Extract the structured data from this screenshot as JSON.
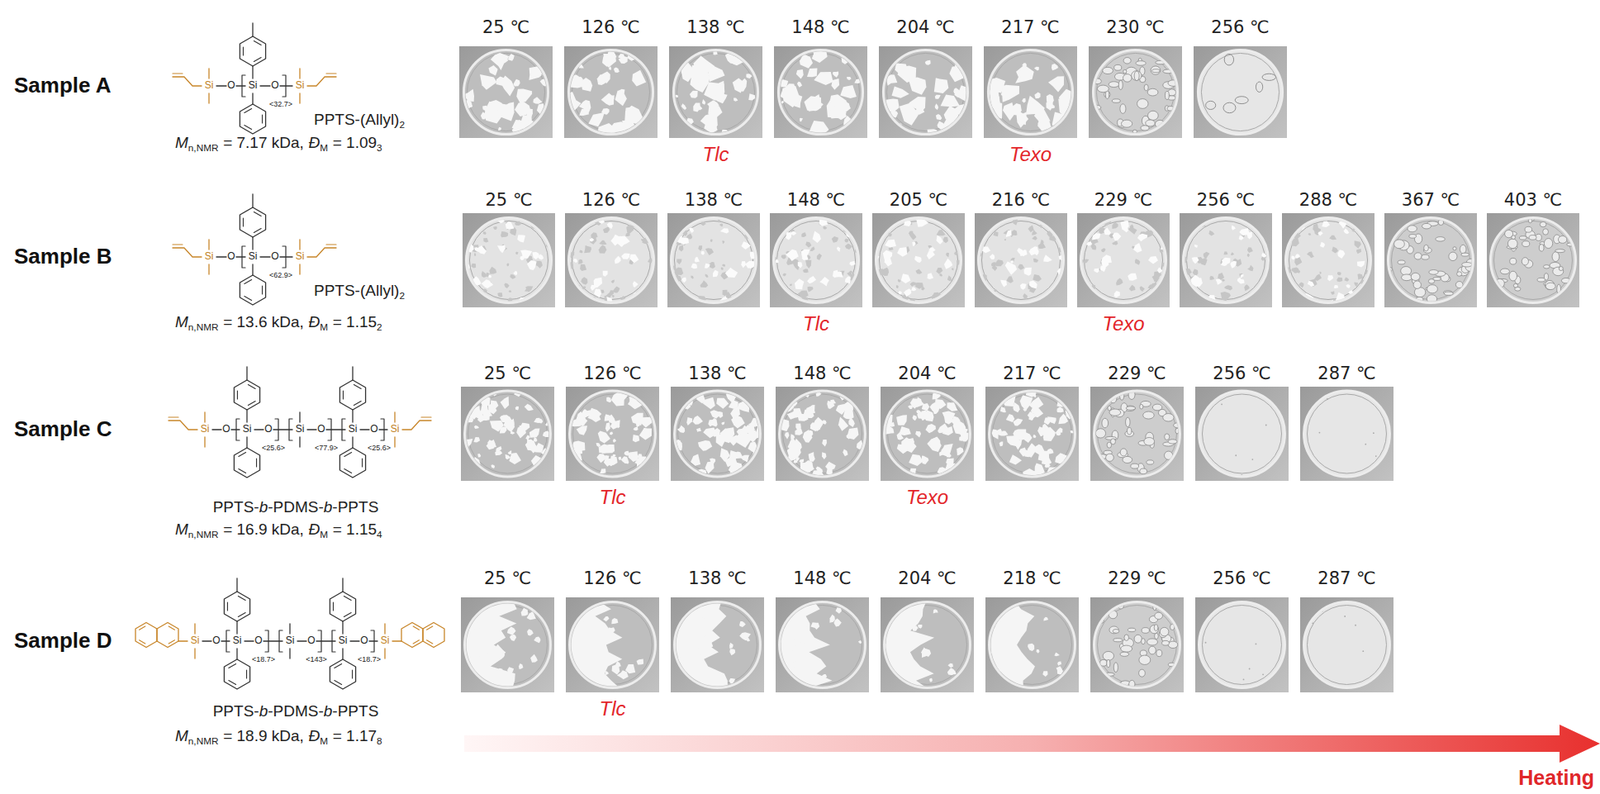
{
  "diagram": {
    "nodes": [
      {
        "text": [
          "25 ℃"
        ]
      },
      {
        "text": [
          "126 ℃"
        ]
      },
      {
        "text": [
          "138 ℃",
          "Tlc"
        ]
      },
      {
        "text": [
          "148 ℃"
        ]
      },
      {
        "text": [
          "204 ℃"
        ]
      },
      {
        "text": [
          "217 ℃",
          "Texo"
        ]
      },
      {
        "text": [
          "230 ℃"
        ]
      },
      {
        "text": [
          "256 ℃"
        ]
      },
      {
        "text": [
          "25 ℃"
        ]
      },
      {
        "text": [
          "126 ℃"
        ]
      },
      {
        "text": [
          "138 ℃"
        ]
      },
      {
        "text": [
          "148 ℃",
          "Tlc"
        ]
      },
      {
        "text": [
          "205 ℃"
        ]
      },
      {
        "text": [
          "216 ℃"
        ]
      },
      {
        "text": [
          "229 ℃",
          "Texo"
        ]
      },
      {
        "text": [
          "256 ℃"
        ]
      },
      {
        "text": [
          "288 ℃"
        ]
      },
      {
        "text": [
          "367 ℃"
        ]
      },
      {
        "text": [
          "403 ℃"
        ]
      },
      {
        "text": [
          "25 ℃"
        ]
      },
      {
        "text": [
          "126 ℃",
          "Tlc"
        ]
      },
      {
        "text": [
          "138 ℃"
        ]
      },
      {
        "text": [
          "148 ℃"
        ]
      },
      {
        "text": [
          "204 ℃",
          "Texo"
        ]
      },
      {
        "text": [
          "217 ℃"
        ]
      },
      {
        "text": [
          "229 ℃"
        ]
      },
      {
        "text": [
          "256 ℃"
        ]
      },
      {
        "text": [
          "287 ℃"
        ]
      },
      {
        "text": [
          "25 ℃"
        ]
      },
      {
        "text": [
          "126 ℃",
          "Tlc"
        ]
      },
      {
        "text": [
          "138 ℃"
        ]
      },
      {
        "text": [
          "148 ℃"
        ]
      },
      {
        "text": [
          "204 ℃"
        ]
      },
      {
        "text": [
          "218 ℃"
        ]
      },
      {
        "text": [
          "229 ℃"
        ]
      },
      {
        "text": [
          "256 ℃"
        ]
      },
      {
        "text": [
          "287 ℃"
        ]
      }
    ],
    "labels": [
      "Sample A",
      "Si",
      "O",
      "Si",
      "O",
      "Si",
      "<32.7>",
      "PPTS-(Allyl)",
      "2",
      "M",
      "n,NMR",
      "= 7.17 kDa,",
      "Đ",
      "M",
      "= 1.09",
      "3",
      "Sample B",
      "Si",
      "O",
      "Si",
      "O",
      "Si",
      "<62.9>",
      "PPTS-(Allyl)",
      "2",
      "M",
      "n,NMR",
      "= 13.6 kDa,",
      "Đ",
      "M",
      "= 1.15",
      "2",
      "Sample C",
      "Si",
      "O",
      "Si",
      "O",
      "Si",
      "O",
      "Si",
      "O",
      "Si",
      "<25.6>",
      "<77.9>",
      "<25.6>",
      "PPTS-",
      "b",
      "-PDMS-",
      "b",
      "-PPTS",
      "M",
      "n,NMR",
      "= 16.9 kDa,",
      "Đ",
      "M",
      "= 1.15",
      "4",
      "Sample D",
      "Si",
      "O",
      "Si",
      "O",
      "Si",
      "O",
      "Si",
      "O",
      "Si",
      "<18.7>",
      "<143>",
      "<18.7>",
      "PPTS-",
      "b",
      "-PDMS-",
      "b",
      "-PPTS",
      "M",
      "n,NMR",
      "= 18.9 kDa,",
      "Đ",
      "M",
      "= 1.17",
      "8",
      "Heating"
    ]
  }
}
